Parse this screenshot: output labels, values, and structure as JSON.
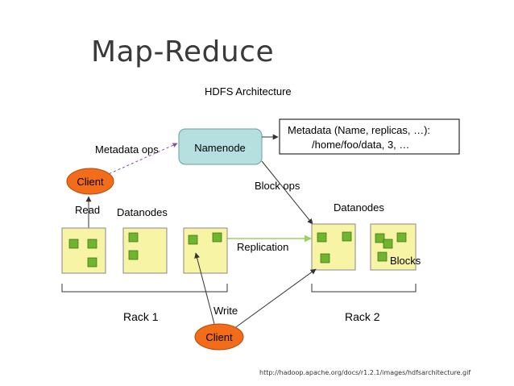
{
  "slide": {
    "title": "Map-Reduce",
    "source_url": "http://hadoop.apache.org/docs/r1.2.1/images/hdfsarchitecture.gif"
  },
  "diagram": {
    "title": "HDFS Architecture",
    "namenode_label": "Namenode",
    "metadata_line1": "Metadata (Name, replicas, …):",
    "metadata_line2": "/home/foo/data, 3, …",
    "metadata_ops_label": "Metadata ops",
    "block_ops_label": "Block ops",
    "client_label": "Client",
    "read_label": "Read",
    "write_label": "Write",
    "datanodes_label": "Datanodes",
    "replication_label": "Replication",
    "blocks_label": "Blocks",
    "rack1_label": "Rack 1",
    "rack2_label": "Rack 2"
  },
  "colors": {
    "namenode_fill": "#b6dfe0",
    "client_fill": "#f26c1a",
    "datanode_fill": "#f8f4a6",
    "block_fill": "#6fb52e",
    "metadata_fill": "#ffffff"
  }
}
